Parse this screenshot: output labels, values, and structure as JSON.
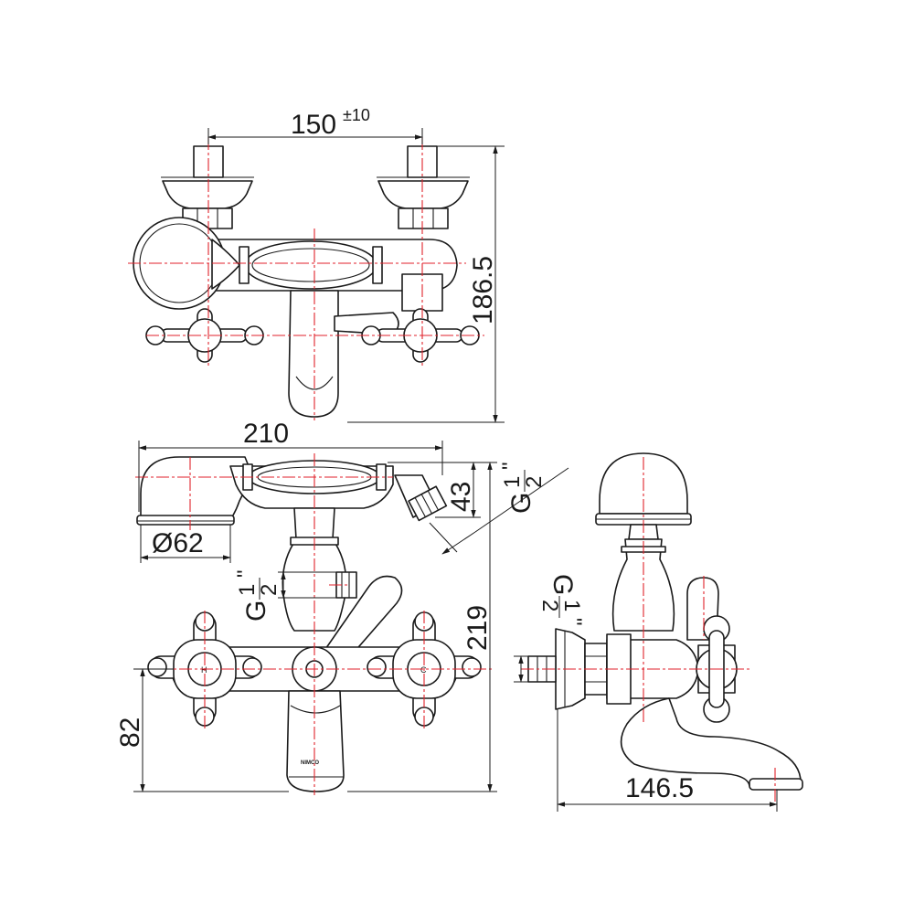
{
  "dimensions": {
    "inlet_spacing": "150",
    "inlet_tolerance": "±10",
    "top_height": "186.5",
    "shower_width": "210",
    "outlet_height": "43",
    "handshower_diameter": "Ø62",
    "front_height": "219",
    "spout_height": "82",
    "spout_projection": "146.5"
  },
  "threads": {
    "g": "G",
    "num": "1",
    "den": "2",
    "inch": "\""
  },
  "handles": {
    "hot": "H",
    "cold": "C"
  },
  "brand": "NIMCO"
}
